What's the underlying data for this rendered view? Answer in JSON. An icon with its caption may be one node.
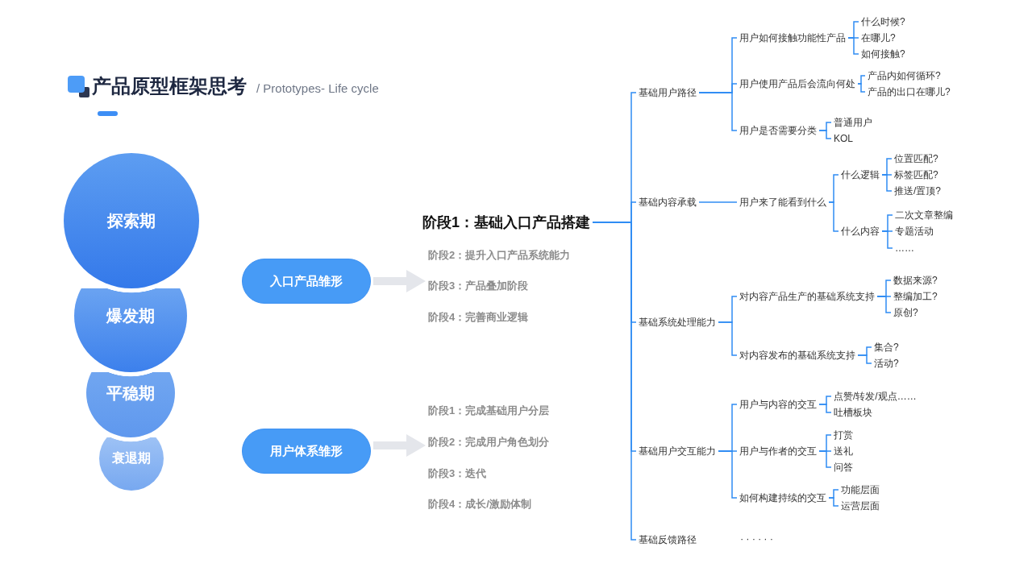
{
  "diagram": {
    "title": "产品原型框架思考",
    "nodes": [
      {
        "text": [
          "探索期"
        ]
      },
      {
        "text": [
          "爆发期"
        ]
      },
      {
        "text": [
          "平稳期"
        ]
      },
      {
        "text": [
          "衰退期"
        ]
      },
      {
        "text": [
          "入口产品雏形"
        ]
      },
      {
        "text": [
          "用户体系雏形"
        ]
      },
      {
        "text": [
          "阶段1：基础入口产品搭建"
        ]
      },
      {
        "text": [
          "阶段2：提升入口产品系统能力"
        ]
      },
      {
        "text": [
          "阶段3：产品叠加阶段"
        ]
      },
      {
        "text": [
          "阶段4：完善商业逻辑"
        ]
      },
      {
        "text": [
          "阶段1：完成基础用户分层"
        ]
      },
      {
        "text": [
          "阶段2：完成用户角色划分"
        ]
      },
      {
        "text": [
          "阶段3：迭代"
        ]
      },
      {
        "text": [
          "阶段4：成长/激励体制"
        ]
      },
      {
        "text": [
          "基础用户路径"
        ]
      },
      {
        "text": [
          "用户如何接触功能性产品"
        ]
      },
      {
        "text": [
          "什么时候?"
        ]
      },
      {
        "text": [
          "在哪儿?"
        ]
      },
      {
        "text": [
          "如何接触?"
        ]
      },
      {
        "text": [
          "用户使用产品后会流向何处"
        ]
      },
      {
        "text": [
          "产品内如何循环?"
        ]
      },
      {
        "text": [
          "产品的出口在哪儿?"
        ]
      },
      {
        "text": [
          "用户是否需要分类"
        ]
      },
      {
        "text": [
          "普通用户"
        ]
      },
      {
        "text": [
          "KOL"
        ]
      },
      {
        "text": [
          "基础内容承载"
        ]
      },
      {
        "text": [
          "用户来了能看到什么"
        ]
      },
      {
        "text": [
          "什么逻辑"
        ]
      },
      {
        "text": [
          "位置匹配?"
        ]
      },
      {
        "text": [
          "标签匹配?"
        ]
      },
      {
        "text": [
          "推送/置顶?"
        ]
      },
      {
        "text": [
          "什么内容"
        ]
      },
      {
        "text": [
          "二次文章整编"
        ]
      },
      {
        "text": [
          "专题活动"
        ]
      },
      {
        "text": [
          "……"
        ]
      },
      {
        "text": [
          "基础系统处理能力"
        ]
      },
      {
        "text": [
          "对内容产品生产的基础系统支持"
        ]
      },
      {
        "text": [
          "数据来源?"
        ]
      },
      {
        "text": [
          "整编加工?"
        ]
      },
      {
        "text": [
          "原创?"
        ]
      },
      {
        "text": [
          "对内容发布的基础系统支持"
        ]
      },
      {
        "text": [
          "集合?"
        ]
      },
      {
        "text": [
          "活动?"
        ]
      },
      {
        "text": [
          "基础用户交互能力"
        ]
      },
      {
        "text": [
          "用户与内容的交互"
        ]
      },
      {
        "text": [
          "点赞/转发/观点……"
        ]
      },
      {
        "text": [
          "吐槽板块"
        ]
      },
      {
        "text": [
          "用户与作者的交互"
        ]
      },
      {
        "text": [
          "打赏"
        ]
      },
      {
        "text": [
          "送礼"
        ]
      },
      {
        "text": [
          "问答"
        ]
      },
      {
        "text": [
          "如何构建持续的交互"
        ]
      },
      {
        "text": [
          "功能层面"
        ]
      },
      {
        "text": [
          "运营层面"
        ]
      },
      {
        "text": [
          "基础反馈路径"
        ]
      }
    ],
    "edges": [
      {
        "from": 4,
        "to": 8,
        "arrow": "to",
        "style": "thick",
        "color": "#e4e6eb"
      },
      {
        "from": 5,
        "to": 11,
        "arrow": "to",
        "style": "thick",
        "color": "#e4e6eb"
      },
      {
        "from": 6,
        "to": 14,
        "arrow": "none"
      },
      {
        "from": 6,
        "to": 25,
        "arrow": "none"
      },
      {
        "from": 6,
        "to": 35,
        "arrow": "none"
      },
      {
        "from": 6,
        "to": 43,
        "arrow": "none"
      },
      {
        "from": 6,
        "to": 54,
        "arrow": "none"
      },
      {
        "from": 14,
        "to": 15,
        "arrow": "none"
      },
      {
        "from": 14,
        "to": 19,
        "arrow": "none"
      },
      {
        "from": 14,
        "to": 22,
        "arrow": "none"
      },
      {
        "from": 15,
        "to": 16,
        "arrow": "none"
      },
      {
        "from": 15,
        "to": 17,
        "arrow": "none"
      },
      {
        "from": 15,
        "to": 18,
        "arrow": "none"
      },
      {
        "from": 19,
        "to": 20,
        "arrow": "none"
      },
      {
        "from": 19,
        "to": 21,
        "arrow": "none"
      },
      {
        "from": 22,
        "to": 23,
        "arrow": "none"
      },
      {
        "from": 22,
        "to": 24,
        "arrow": "none"
      },
      {
        "from": 25,
        "to": 26,
        "arrow": "none"
      },
      {
        "from": 26,
        "to": 27,
        "arrow": "none"
      },
      {
        "from": 26,
        "to": 31,
        "arrow": "none"
      },
      {
        "from": 27,
        "to": 28,
        "arrow": "none"
      },
      {
        "from": 27,
        "to": 29,
        "arrow": "none"
      },
      {
        "from": 27,
        "to": 30,
        "arrow": "none"
      },
      {
        "from": 31,
        "to": 32,
        "arrow": "none"
      },
      {
        "from": 31,
        "to": 33,
        "arrow": "none"
      },
      {
        "from": 31,
        "to": 34,
        "arrow": "none"
      },
      {
        "from": 35,
        "to": 36,
        "arrow": "none"
      },
      {
        "from": 35,
        "to": 40,
        "arrow": "none"
      },
      {
        "from": 36,
        "to": 37,
        "arrow": "none"
      },
      {
        "from": 36,
        "to": 38,
        "arrow": "none"
      },
      {
        "from": 36,
        "to": 39,
        "arrow": "none"
      },
      {
        "from": 40,
        "to": 41,
        "arrow": "none"
      },
      {
        "from": 40,
        "to": 42,
        "arrow": "none"
      },
      {
        "from": 43,
        "to": 44,
        "arrow": "none"
      },
      {
        "from": 43,
        "to": 47,
        "arrow": "none"
      },
      {
        "from": 43,
        "to": 51,
        "arrow": "none"
      },
      {
        "from": 44,
        "to": 45,
        "arrow": "none"
      },
      {
        "from": 44,
        "to": 46,
        "arrow": "none"
      },
      {
        "from": 47,
        "to": 48,
        "arrow": "none"
      },
      {
        "from": 47,
        "to": 49,
        "arrow": "none"
      },
      {
        "from": 47,
        "to": 50,
        "arrow": "none"
      },
      {
        "from": 51,
        "to": 52,
        "arrow": "none"
      },
      {
        "from": 51,
        "to": 53,
        "arrow": "none"
      }
    ],
    "labels": [
      "/ Prototypes- Life cycle",
      "······"
    ]
  }
}
